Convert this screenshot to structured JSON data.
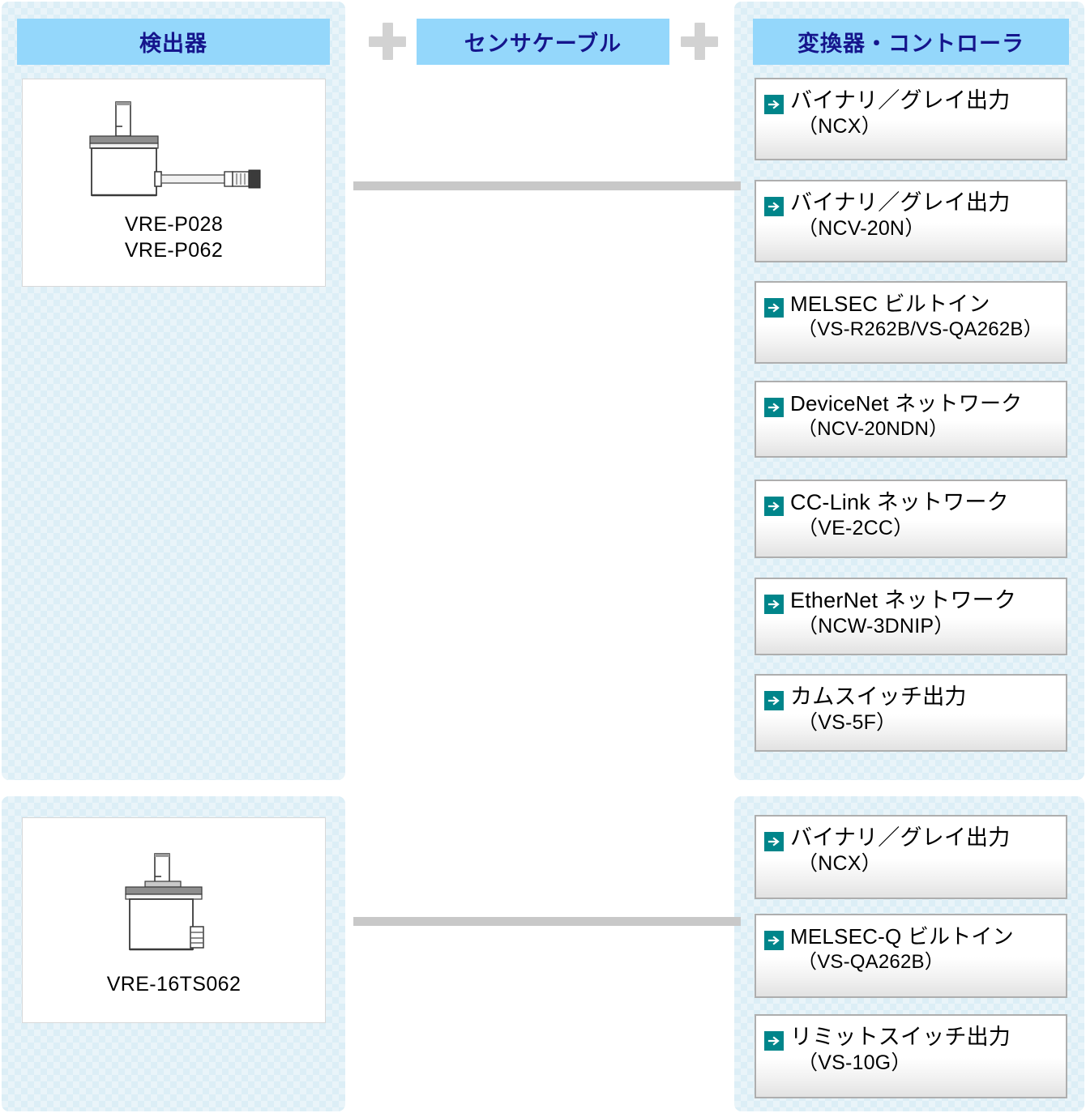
{
  "columns": {
    "detector": {
      "header": "検出器"
    },
    "cable": {
      "header": "センサケーブル"
    },
    "converter": {
      "header": "変換器・コントローラ"
    }
  },
  "separators": {
    "plus": "+"
  },
  "detectors": [
    {
      "label_line1": "VRE-P028",
      "label_line2": "VRE-P062",
      "icon": "rotary-encoder-with-cable-drawing"
    },
    {
      "label_line1": "VRE-16TS062",
      "label_line2": "",
      "icon": "rotary-encoder-with-connector-drawing"
    }
  ],
  "converter_groups": [
    {
      "items": [
        {
          "title": "バイナリ／グレイ出力",
          "code": "（NCX）"
        },
        {
          "title": "バイナリ／グレイ出力",
          "code": "（NCV-20N）"
        },
        {
          "title": "MELSEC ビルトイン",
          "code": "（VS-R262B/VS-QA262B）"
        },
        {
          "title": "DeviceNet ネットワーク",
          "code": "（NCV-20NDN）"
        },
        {
          "title": "CC-Link ネットワーク",
          "code": "（VE-2CC）"
        },
        {
          "title": "EtherNet ネットワーク",
          "code": "（NCW-3DNIP）"
        },
        {
          "title": "カムスイッチ出力",
          "code": "（VS-5F）"
        }
      ]
    },
    {
      "items": [
        {
          "title": "バイナリ／グレイ出力",
          "code": "（NCX）"
        },
        {
          "title": "MELSEC-Q ビルトイン",
          "code": "（VS-QA262B）"
        },
        {
          "title": "リミットスイッチ出力",
          "code": "（VS-10G）"
        }
      ]
    }
  ],
  "icons": {
    "arrow": "arrow-right-icon",
    "plus": "plus-icon"
  },
  "colors": {
    "header_bg": "#94d7fb",
    "header_text": "#15158c",
    "panel_bg": "#dceef6",
    "arrow_badge": "#00858a",
    "connector": "#c8c8c8",
    "plus": "#d2d2d2"
  }
}
